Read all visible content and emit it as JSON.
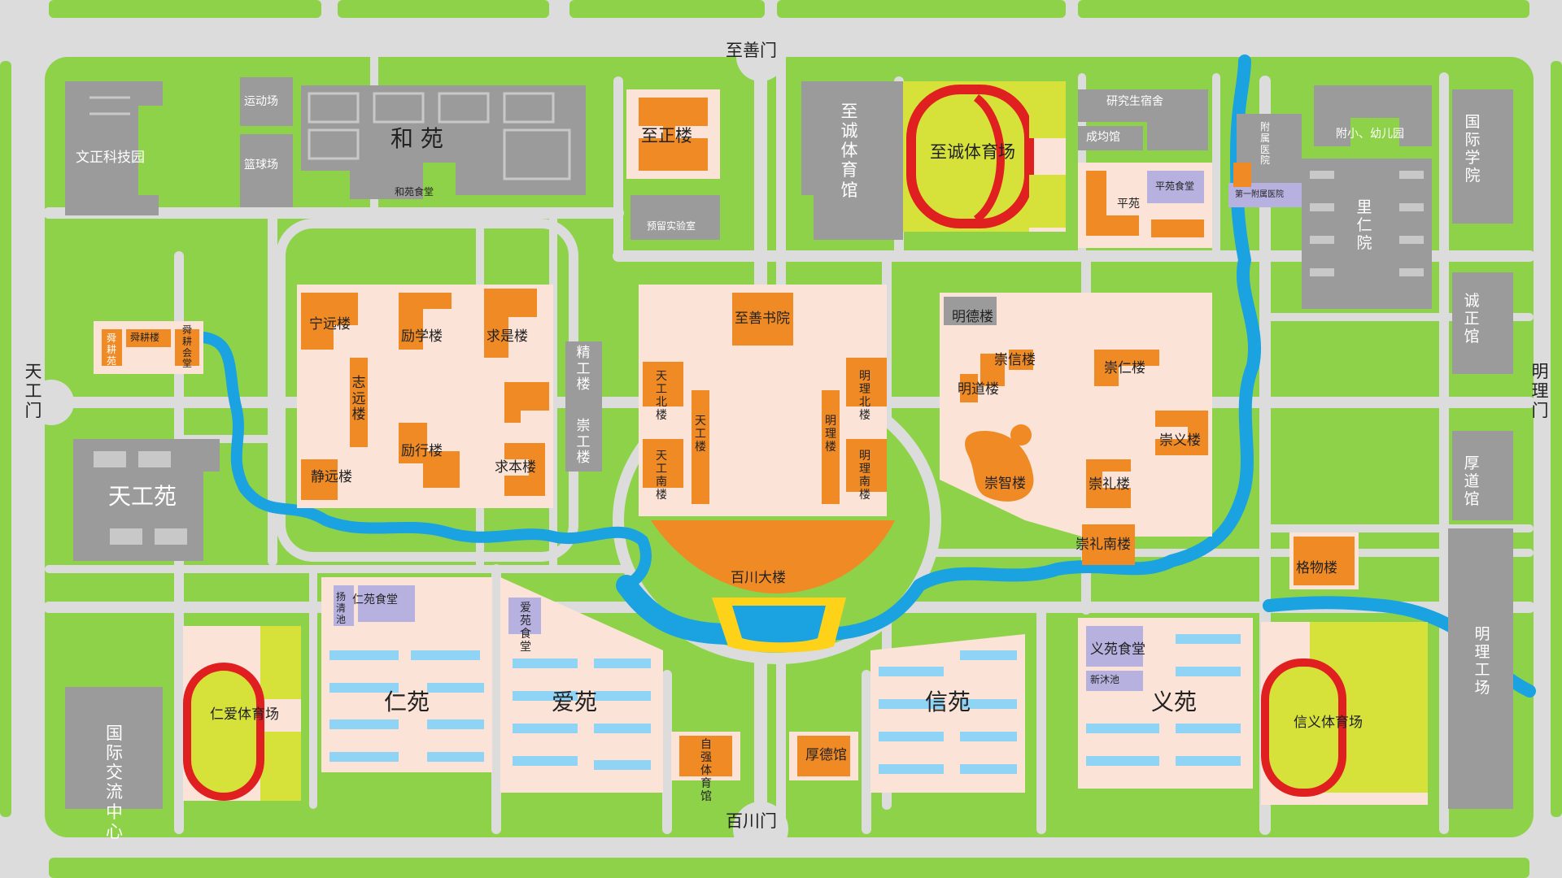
{
  "gates": {
    "north": "至善门",
    "south": "百川门",
    "west": "天工门",
    "east": "明理门"
  },
  "buildings": {
    "wenzheng": "文正科技园",
    "yundongchang": "运动场",
    "lanqiuchang": "篮球场",
    "heyuan": "和 苑",
    "heyuan_shitang": "和苑食堂",
    "zhizheng": "至正楼",
    "yuliu_shiyanshi": "预留实验室",
    "zhicheng_tiyuguan": "至诚体育馆",
    "zhicheng_tiyuchang": "至诚体育场",
    "yanjiusheng_sushe": "研究生宿舍",
    "chenggong": "成均馆",
    "fushu_yiyuan": "附属医院",
    "di1_fushu_yiyuan": "第一附属医院",
    "pingyuan": "平苑",
    "pingyuan_shitang": "平苑食堂",
    "fuxiao": "附小、幼儿园",
    "guoji_xueyuan": "国际学院",
    "liren_yuan": "里仁院",
    "chengzheng": "诚正馆",
    "shungeng_yuan": "舜耕苑",
    "shungeng_lou": "舜耕楼",
    "shungeng_huitang": "舜耕会堂",
    "tiangong_yuan": "天工苑",
    "ningyuan": "宁远楼",
    "zhiyuan": "志远楼",
    "jingyuan": "静远楼",
    "lixue": "励学楼",
    "qiushi": "求是楼",
    "lixing": "励行楼",
    "qiuben": "求本楼",
    "jinggong": "精工楼",
    "chonggong": "崇工楼",
    "zhishan_shuyuan": "至善书院",
    "tiangong_bei": "天工北楼",
    "tiangong_nan": "天工南楼",
    "tiangong_lou": "天工楼",
    "mingli_bei": "明理北楼",
    "mingli_nan": "明理南楼",
    "mingli_lou": "明理楼",
    "baichuan": "百川大楼",
    "mingde": "明德楼",
    "chongxin": "崇信楼",
    "mingdao": "明道楼",
    "chongren": "崇仁楼",
    "chongyi": "崇义楼",
    "chongzhi": "崇智楼",
    "chongli": "崇礼楼",
    "chongli_nan": "崇礼南楼",
    "houdao": "厚道馆",
    "gewu": "格物楼",
    "renai_tiyuchang": "仁爱体育场",
    "guoji_jiaoliu": "国际交流中心",
    "renyuan_shitang": "仁苑食堂",
    "yangqing_chi": "扬清池",
    "renyuan": "仁苑",
    "aiyuan_shitang": "爱苑食堂",
    "aiyuan": "爱苑",
    "ziqiang": "自强体育馆",
    "houde": "厚德馆",
    "xinyuan": "信苑",
    "yiyuan_shitang": "义苑食堂",
    "xinmu_chi": "新沐池",
    "yiyuan": "义苑",
    "xinyi_tiyuchang": "信义体育场",
    "mingli_gongchang": "明理工场"
  },
  "colors": {
    "grass": "#8ed24a",
    "road": "#dcdcdc",
    "gray_building": "#9b9b9b",
    "orange_building": "#f08a24",
    "pink_zone": "#fbe3d8",
    "water": "#1aa3e0",
    "track": "#e02020",
    "field": "#d6e13a",
    "dorm": "#8fd3f5",
    "canteen": "#b7b1e0",
    "yellow": "#ffd21a"
  }
}
